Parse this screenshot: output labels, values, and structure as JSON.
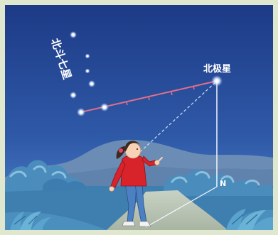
{
  "labels": {
    "big_dipper": "北斗七星",
    "polaris": "北极星",
    "north": "N"
  },
  "colors": {
    "frame": "#dfe8cf",
    "sky_top": "#1f3e8c",
    "sky_bottom": "#4a78c4",
    "pointer_line": "#e26f8a",
    "guide_line": "#cfe3ff",
    "mountain": "#6d8fb3",
    "bush": "#4f8fbd",
    "bush_light": "#7fb6d8",
    "path": "#b7c2b2",
    "shirt": "#d8232a",
    "jeans": "#4a7fc1",
    "hair": "#3c2a1e"
  }
}
